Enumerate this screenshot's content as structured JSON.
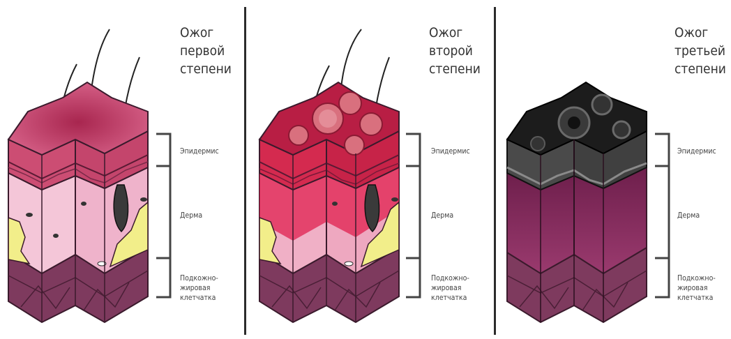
{
  "panels": [
    {
      "title_lines": [
        "Ожог",
        "первой",
        "степени"
      ],
      "layers": {
        "epidermis": "Эпидермис",
        "dermis": "Дерма",
        "fat_lines": [
          "Подкожно-",
          "жировая",
          "клетчатка"
        ]
      }
    },
    {
      "title_lines": [
        "Ожог",
        "второй",
        "степени"
      ],
      "layers": {
        "epidermis": "Эпидермис",
        "dermis": "Дерма",
        "fat_lines": [
          "Подкожно-",
          "жировая",
          "клетчатка"
        ]
      }
    },
    {
      "title_lines": [
        "Ожог",
        "третьей",
        "степени"
      ],
      "layers": {
        "epidermis": "Эпидермис",
        "dermis": "Дерма",
        "fat_lines": [
          "Подкожно-",
          "жировая",
          "клетчатка"
        ]
      }
    }
  ],
  "colors": {
    "burn1_surface": "#c2385e",
    "burn1_dermis": "#f2bdd3",
    "burn2_surface": "#b51d3f",
    "burn2_dermis": "#f0a9c0",
    "burn3_surface": "#1c1c1c",
    "burn3_dermis": "#8a2a5e",
    "fat": "#f2ee8a",
    "subcutis": "#7e3a5e"
  }
}
